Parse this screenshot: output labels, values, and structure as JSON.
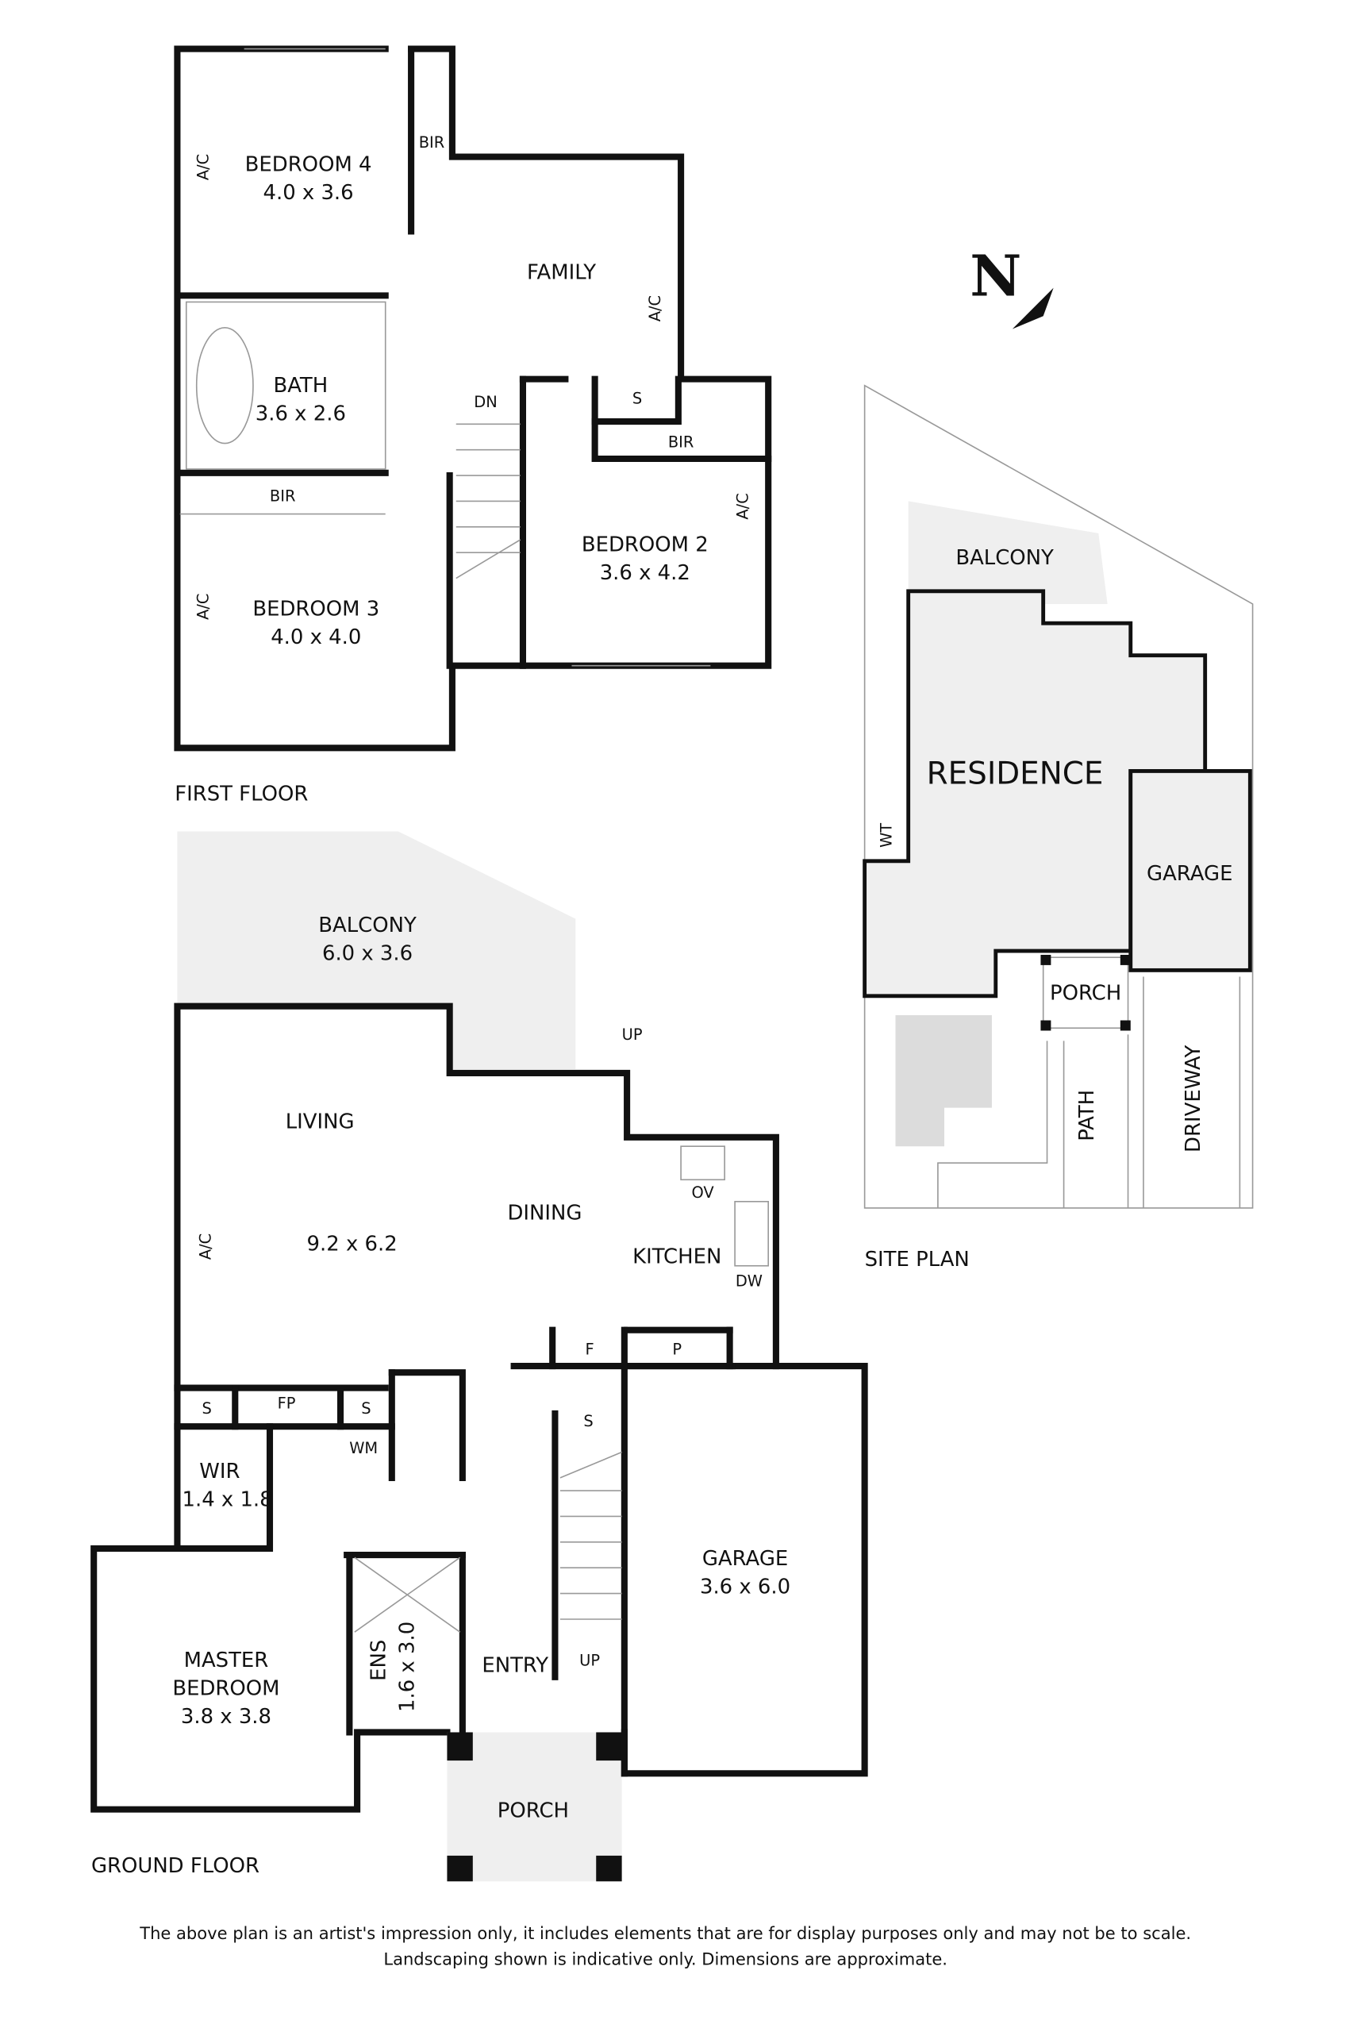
{
  "first_floor": {
    "title": "FIRST FLOOR",
    "rooms": [
      {
        "name": "BEDROOM 4",
        "dims": "4.0 x 3.6"
      },
      {
        "name": "FAMILY",
        "dims": ""
      },
      {
        "name": "BATH",
        "dims": "3.6 x 2.6"
      },
      {
        "name": "BEDROOM 3",
        "dims": "4.0 x 4.0"
      },
      {
        "name": "BEDROOM 2",
        "dims": "3.6 x 4.2"
      }
    ],
    "small_labels": [
      "BIR",
      "A/C",
      "A/C",
      "BIR",
      "A/C",
      "DN",
      "S",
      "BIR",
      "A/C"
    ]
  },
  "ground_floor": {
    "title": "GROUND FLOOR",
    "rooms": [
      {
        "name": "BALCONY",
        "dims": "6.0 x 3.6"
      },
      {
        "name": "LIVING",
        "dims": "9.2 x 6.2"
      },
      {
        "name": "DINING",
        "dims": ""
      },
      {
        "name": "KITCHEN",
        "dims": ""
      },
      {
        "name": "WIR",
        "dims": "1.4 x 1.8"
      },
      {
        "name": "MASTER",
        "dims": "BEDROOM"
      },
      {
        "name": "ENS",
        "dims": "1.6 x 3.0"
      },
      {
        "name": "ENTRY",
        "dims": ""
      },
      {
        "name": "GARAGE",
        "dims": "3.6 x 6.0"
      },
      {
        "name": "PORCH",
        "dims": ""
      }
    ],
    "master_dims": "3.8 x 3.8",
    "small_labels": [
      "UP",
      "A/C",
      "OV",
      "DW",
      "F",
      "P",
      "S",
      "FP",
      "S",
      "WM",
      "S",
      "UP"
    ]
  },
  "site_plan": {
    "title": "SITE PLAN",
    "labels": [
      "BALCONY",
      "RESIDENCE",
      "GARAGE",
      "PORCH",
      "PATH",
      "DRIVEWAY",
      "WT"
    ]
  },
  "compass": {
    "letter": "N"
  },
  "disclaimer": {
    "line1": "The above plan is an artist's impression only, it includes elements that are for display purposes only and may not be to scale.",
    "line2": "Landscaping shown is indicative only. Dimensions are approximate."
  },
  "colors": {
    "wall": "#111111",
    "fill_area": "#efefef"
  }
}
